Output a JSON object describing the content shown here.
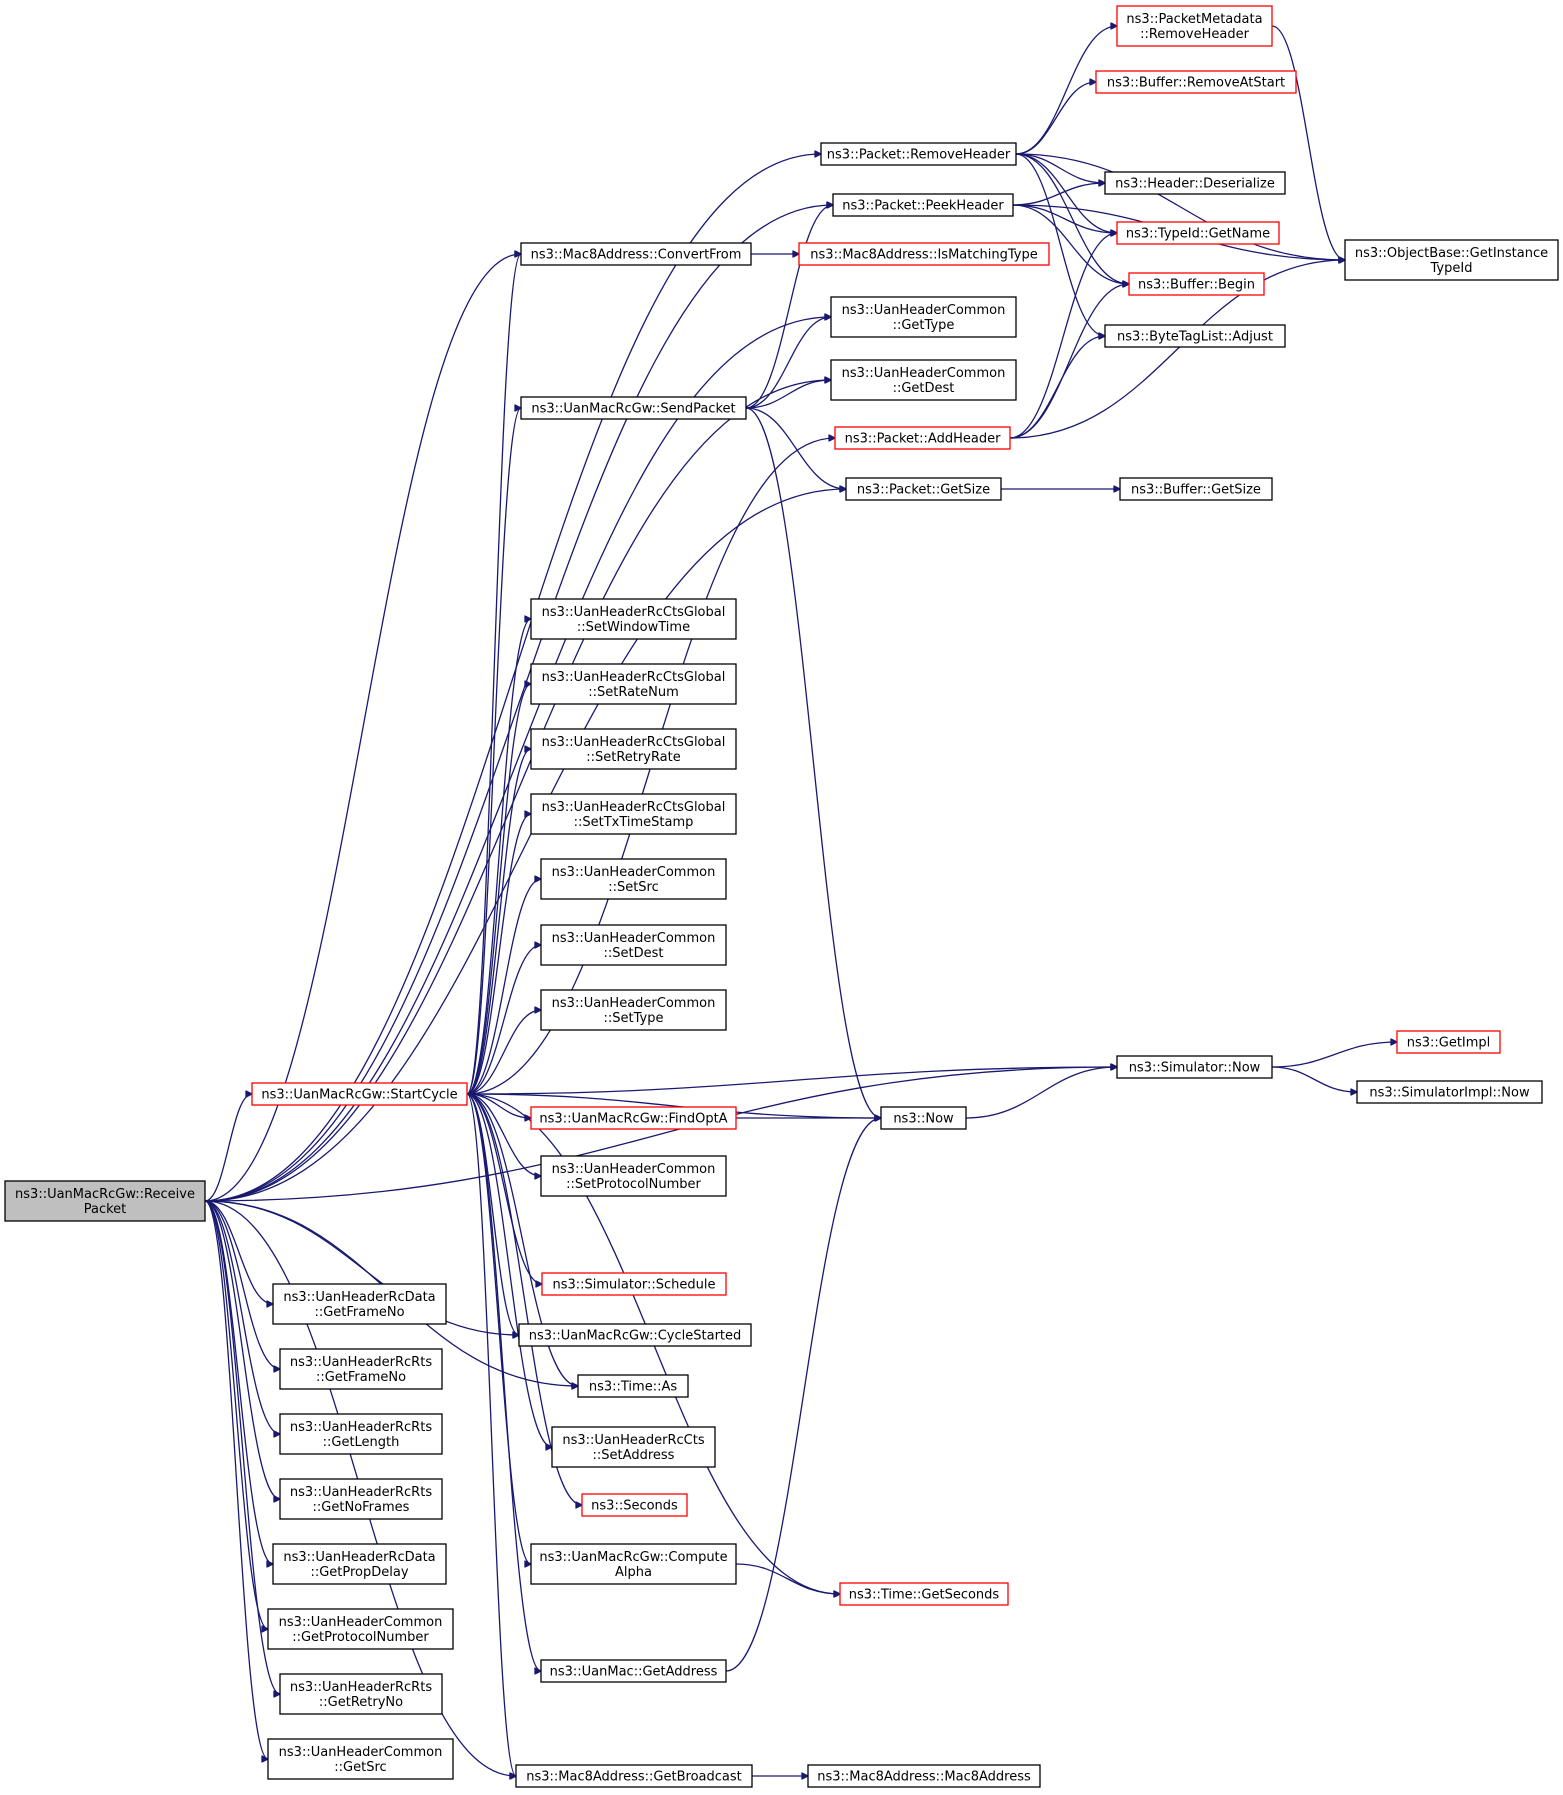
{
  "colors": {
    "edge": "#191970",
    "node_border": "#000000",
    "truncated_border": "#ff0000",
    "root_fill": "#bfbfbf"
  },
  "nodes": [
    {
      "id": "receive",
      "lines": [
        "ns3::UanMacRcGw::Receive",
        "Packet"
      ],
      "style": "root"
    },
    {
      "id": "startcycle",
      "lines": [
        "ns3::UanMacRcGw::StartCycle"
      ],
      "style": "red"
    },
    {
      "id": "removeheader_md",
      "lines": [
        "ns3::PacketMetadata",
        "::RemoveHeader"
      ],
      "style": "red"
    },
    {
      "id": "buf_removeatstart",
      "lines": [
        "ns3::Buffer::RemoveAtStart"
      ],
      "style": "red"
    },
    {
      "id": "pkt_removeheader",
      "lines": [
        "ns3::Packet::RemoveHeader"
      ],
      "style": "normal"
    },
    {
      "id": "hdr_deserialize",
      "lines": [
        "ns3::Header::Deserialize"
      ],
      "style": "normal"
    },
    {
      "id": "pkt_peekheader",
      "lines": [
        "ns3::Packet::PeekHeader"
      ],
      "style": "normal"
    },
    {
      "id": "typeid_getname",
      "lines": [
        "ns3::TypeId::GetName"
      ],
      "style": "red"
    },
    {
      "id": "objbase",
      "lines": [
        "ns3::ObjectBase::GetInstance",
        "TypeId"
      ],
      "style": "normal"
    },
    {
      "id": "mac8_convert",
      "lines": [
        "ns3::Mac8Address::ConvertFrom"
      ],
      "style": "normal"
    },
    {
      "id": "mac8_ismatching",
      "lines": [
        "ns3::Mac8Address::IsMatchingType"
      ],
      "style": "red"
    },
    {
      "id": "buf_begin",
      "lines": [
        "ns3::Buffer::Begin"
      ],
      "style": "red"
    },
    {
      "id": "hc_gettype",
      "lines": [
        "ns3::UanHeaderCommon",
        "::GetType"
      ],
      "style": "normal"
    },
    {
      "id": "bytetag_adjust",
      "lines": [
        "ns3::ByteTagList::Adjust"
      ],
      "style": "normal"
    },
    {
      "id": "hc_getdest",
      "lines": [
        "ns3::UanHeaderCommon",
        "::GetDest"
      ],
      "style": "normal"
    },
    {
      "id": "sendpacket",
      "lines": [
        "ns3::UanMacRcGw::SendPacket"
      ],
      "style": "normal"
    },
    {
      "id": "pkt_addheader",
      "lines": [
        "ns3::Packet::AddHeader"
      ],
      "style": "red"
    },
    {
      "id": "pkt_getsize",
      "lines": [
        "ns3::Packet::GetSize"
      ],
      "style": "normal"
    },
    {
      "id": "buf_getsize",
      "lines": [
        "ns3::Buffer::GetSize"
      ],
      "style": "normal"
    },
    {
      "id": "cts_setwindowtime",
      "lines": [
        "ns3::UanHeaderRcCtsGlobal",
        "::SetWindowTime"
      ],
      "style": "normal"
    },
    {
      "id": "cts_setratenum",
      "lines": [
        "ns3::UanHeaderRcCtsGlobal",
        "::SetRateNum"
      ],
      "style": "normal"
    },
    {
      "id": "cts_setretryrate",
      "lines": [
        "ns3::UanHeaderRcCtsGlobal",
        "::SetRetryRate"
      ],
      "style": "normal"
    },
    {
      "id": "cts_settxtimestamp",
      "lines": [
        "ns3::UanHeaderRcCtsGlobal",
        "::SetTxTimeStamp"
      ],
      "style": "normal"
    },
    {
      "id": "hc_setsrc",
      "lines": [
        "ns3::UanHeaderCommon",
        "::SetSrc"
      ],
      "style": "normal"
    },
    {
      "id": "hc_setdest",
      "lines": [
        "ns3::UanHeaderCommon",
        "::SetDest"
      ],
      "style": "normal"
    },
    {
      "id": "hc_settype",
      "lines": [
        "ns3::UanHeaderCommon",
        "::SetType"
      ],
      "style": "normal"
    },
    {
      "id": "sim_now",
      "lines": [
        "ns3::Simulator::Now"
      ],
      "style": "normal"
    },
    {
      "id": "getimpl",
      "lines": [
        "ns3::GetImpl"
      ],
      "style": "red"
    },
    {
      "id": "simimpl_now",
      "lines": [
        "ns3::SimulatorImpl::Now"
      ],
      "style": "normal"
    },
    {
      "id": "findopta",
      "lines": [
        "ns3::UanMacRcGw::FindOptA"
      ],
      "style": "red"
    },
    {
      "id": "now",
      "lines": [
        "ns3::Now"
      ],
      "style": "normal"
    },
    {
      "id": "hc_setprotocol",
      "lines": [
        "ns3::UanHeaderCommon",
        "::SetProtocolNumber"
      ],
      "style": "normal"
    },
    {
      "id": "sim_schedule",
      "lines": [
        "ns3::Simulator::Schedule"
      ],
      "style": "red"
    },
    {
      "id": "rcdata_getframeno",
      "lines": [
        "ns3::UanHeaderRcData",
        "::GetFrameNo"
      ],
      "style": "normal"
    },
    {
      "id": "cyclestarted",
      "lines": [
        "ns3::UanMacRcGw::CycleStarted"
      ],
      "style": "normal"
    },
    {
      "id": "rts_getframeno",
      "lines": [
        "ns3::UanHeaderRcRts",
        "::GetFrameNo"
      ],
      "style": "normal"
    },
    {
      "id": "time_as",
      "lines": [
        "ns3::Time::As"
      ],
      "style": "normal"
    },
    {
      "id": "rts_getlength",
      "lines": [
        "ns3::UanHeaderRcRts",
        "::GetLength"
      ],
      "style": "normal"
    },
    {
      "id": "rccts_setaddress",
      "lines": [
        "ns3::UanHeaderRcCts",
        "::SetAddress"
      ],
      "style": "normal"
    },
    {
      "id": "seconds",
      "lines": [
        "ns3::Seconds"
      ],
      "style": "red"
    },
    {
      "id": "rts_getnoframes",
      "lines": [
        "ns3::UanHeaderRcRts",
        "::GetNoFrames"
      ],
      "style": "normal"
    },
    {
      "id": "computealpha",
      "lines": [
        "ns3::UanMacRcGw::Compute",
        "Alpha"
      ],
      "style": "normal"
    },
    {
      "id": "rcdata_getpropdelay",
      "lines": [
        "ns3::UanHeaderRcData",
        "::GetPropDelay"
      ],
      "style": "normal"
    },
    {
      "id": "time_getseconds",
      "lines": [
        "ns3::Time::GetSeconds"
      ],
      "style": "red"
    },
    {
      "id": "hc_getprotocol",
      "lines": [
        "ns3::UanHeaderCommon",
        "::GetProtocolNumber"
      ],
      "style": "normal"
    },
    {
      "id": "uanmac_getaddress",
      "lines": [
        "ns3::UanMac::GetAddress"
      ],
      "style": "normal"
    },
    {
      "id": "rts_getretryno",
      "lines": [
        "ns3::UanHeaderRcRts",
        "::GetRetryNo"
      ],
      "style": "normal"
    },
    {
      "id": "hc_getsrc",
      "lines": [
        "ns3::UanHeaderCommon",
        "::GetSrc"
      ],
      "style": "normal"
    },
    {
      "id": "mac8_getbroadcast",
      "lines": [
        "ns3::Mac8Address::GetBroadcast"
      ],
      "style": "normal"
    },
    {
      "id": "mac8_ctor",
      "lines": [
        "ns3::Mac8Address::Mac8Address"
      ],
      "style": "normal"
    }
  ],
  "edges": [
    [
      "receive",
      "startcycle"
    ],
    [
      "receive",
      "pkt_removeheader"
    ],
    [
      "receive",
      "pkt_peekheader"
    ],
    [
      "receive",
      "mac8_convert"
    ],
    [
      "receive",
      "hc_gettype"
    ],
    [
      "receive",
      "hc_getdest"
    ],
    [
      "receive",
      "pkt_getsize"
    ],
    [
      "receive",
      "sim_now"
    ],
    [
      "receive",
      "rcdata_getframeno"
    ],
    [
      "receive",
      "rts_getframeno"
    ],
    [
      "receive",
      "rts_getlength"
    ],
    [
      "receive",
      "rts_getnoframes"
    ],
    [
      "receive",
      "rcdata_getpropdelay"
    ],
    [
      "receive",
      "hc_getprotocol"
    ],
    [
      "receive",
      "rts_getretryno"
    ],
    [
      "receive",
      "hc_getsrc"
    ],
    [
      "receive",
      "cyclestarted"
    ],
    [
      "receive",
      "time_as"
    ],
    [
      "receive",
      "mac8_getbroadcast"
    ],
    [
      "startcycle",
      "mac8_convert"
    ],
    [
      "startcycle",
      "sendpacket"
    ],
    [
      "startcycle",
      "pkt_addheader"
    ],
    [
      "startcycle",
      "cts_setwindowtime"
    ],
    [
      "startcycle",
      "cts_setratenum"
    ],
    [
      "startcycle",
      "cts_setretryrate"
    ],
    [
      "startcycle",
      "cts_settxtimestamp"
    ],
    [
      "startcycle",
      "hc_setsrc"
    ],
    [
      "startcycle",
      "hc_setdest"
    ],
    [
      "startcycle",
      "hc_settype"
    ],
    [
      "startcycle",
      "sim_now"
    ],
    [
      "startcycle",
      "findopta"
    ],
    [
      "startcycle",
      "hc_setprotocol"
    ],
    [
      "startcycle",
      "now"
    ],
    [
      "startcycle",
      "sim_schedule"
    ],
    [
      "startcycle",
      "cyclestarted"
    ],
    [
      "startcycle",
      "time_as"
    ],
    [
      "startcycle",
      "rccts_setaddress"
    ],
    [
      "startcycle",
      "seconds"
    ],
    [
      "startcycle",
      "computealpha"
    ],
    [
      "startcycle",
      "time_getseconds"
    ],
    [
      "startcycle",
      "uanmac_getaddress"
    ],
    [
      "startcycle",
      "mac8_getbroadcast"
    ],
    [
      "pkt_removeheader",
      "removeheader_md"
    ],
    [
      "pkt_removeheader",
      "buf_removeatstart"
    ],
    [
      "pkt_removeheader",
      "hdr_deserialize"
    ],
    [
      "pkt_removeheader",
      "typeid_getname"
    ],
    [
      "pkt_removeheader",
      "objbase"
    ],
    [
      "pkt_removeheader",
      "buf_begin"
    ],
    [
      "pkt_removeheader",
      "bytetag_adjust"
    ],
    [
      "removeheader_md",
      "objbase"
    ],
    [
      "pkt_peekheader",
      "hdr_deserialize"
    ],
    [
      "pkt_peekheader",
      "typeid_getname"
    ],
    [
      "pkt_peekheader",
      "buf_begin"
    ],
    [
      "pkt_peekheader",
      "objbase"
    ],
    [
      "mac8_convert",
      "mac8_ismatching"
    ],
    [
      "sendpacket",
      "pkt_peekheader"
    ],
    [
      "sendpacket",
      "hc_gettype"
    ],
    [
      "sendpacket",
      "hc_getdest"
    ],
    [
      "sendpacket",
      "pkt_getsize"
    ],
    [
      "sendpacket",
      "now"
    ],
    [
      "pkt_addheader",
      "typeid_getname"
    ],
    [
      "pkt_addheader",
      "buf_begin"
    ],
    [
      "pkt_addheader",
      "bytetag_adjust"
    ],
    [
      "pkt_addheader",
      "objbase"
    ],
    [
      "pkt_getsize",
      "buf_getsize"
    ],
    [
      "sim_now",
      "getimpl"
    ],
    [
      "sim_now",
      "simimpl_now"
    ],
    [
      "findopta",
      "now"
    ],
    [
      "now",
      "sim_now"
    ],
    [
      "computealpha",
      "time_getseconds"
    ],
    [
      "mac8_getbroadcast",
      "mac8_ctor"
    ],
    [
      "uanmac_getaddress",
      "now"
    ]
  ]
}
